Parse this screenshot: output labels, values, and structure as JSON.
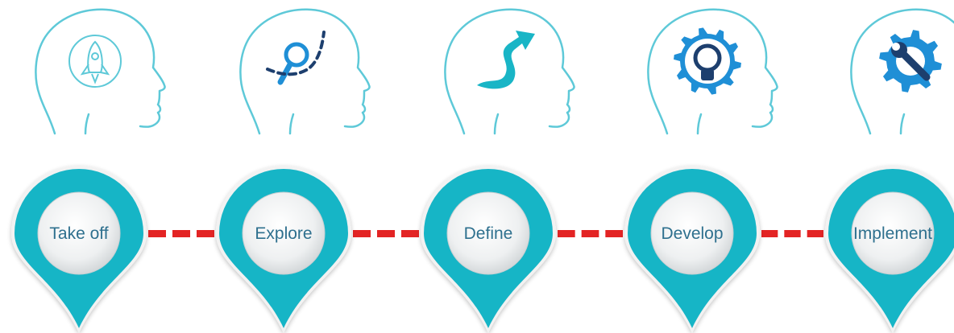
{
  "steps": [
    {
      "label": "Take off",
      "icon": "rocket-icon"
    },
    {
      "label": "Explore",
      "icon": "magnifier-icon"
    },
    {
      "label": "Define",
      "icon": "arrow-path-icon"
    },
    {
      "label": "Develop",
      "icon": "lightbulb-gear-icon"
    },
    {
      "label": "Implement",
      "icon": "wrench-gear-icon"
    }
  ],
  "colors": {
    "teal": "#19b5c6",
    "head_outline": "#5ec9d8",
    "blue": "#1f8fd6",
    "navy": "#1d3f6e",
    "dash": "#e32424",
    "label": "#2e6f8e"
  }
}
